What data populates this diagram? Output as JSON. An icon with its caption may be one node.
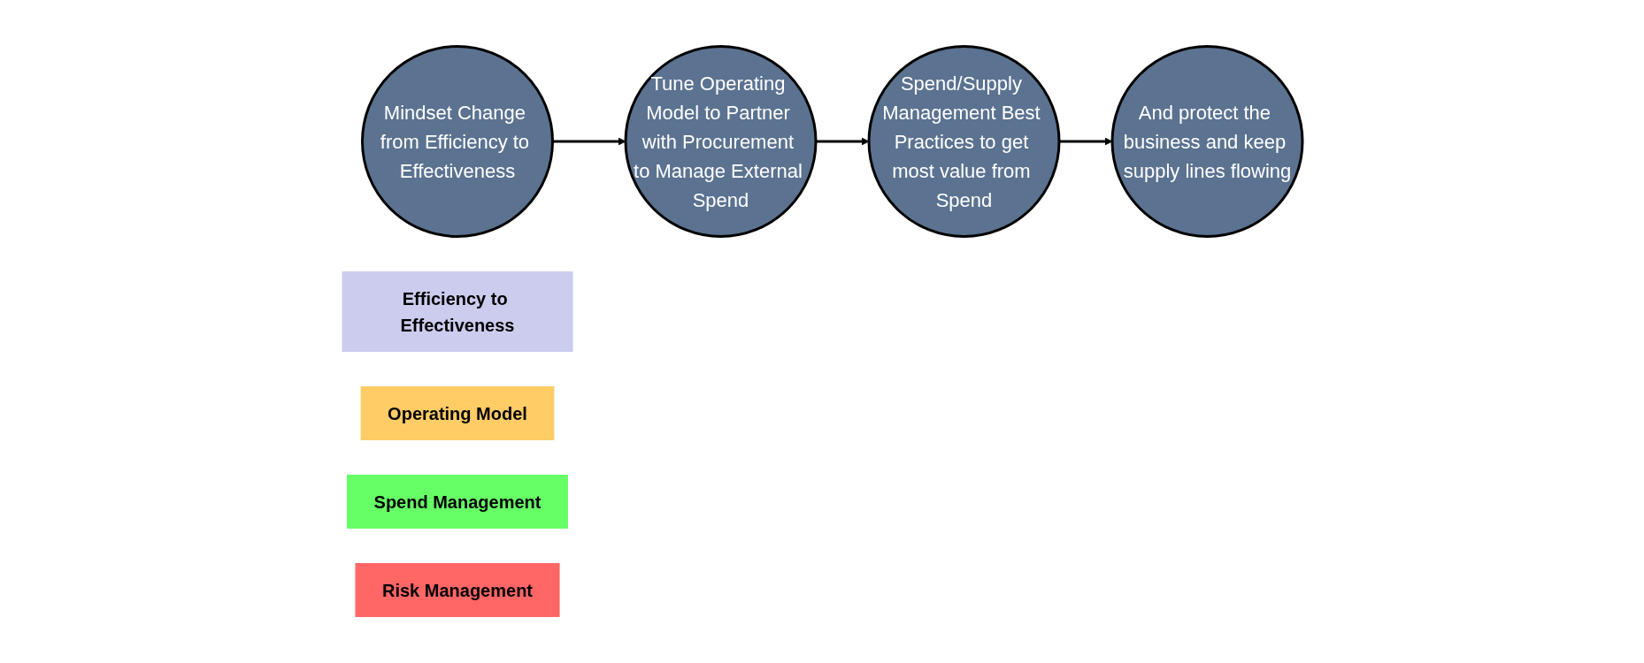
{
  "diagram": {
    "nodes": [
      {
        "text": [
          "Mindset Change from Efficiency to Effectiveness"
        ]
      },
      {
        "text": [
          "Tune Operating Model to Partner with Procurement to Manage External Spend"
        ]
      },
      {
        "text": [
          "Spend/Supply Management Best Practices to get most value from Spend"
        ]
      },
      {
        "text": [
          "And protect the business and keep supply lines flowing"
        ]
      },
      {
        "text": [
          "Efficiency to Effectiveness"
        ]
      },
      {
        "text": [
          "Operating Model"
        ]
      },
      {
        "text": [
          "Spend Management"
        ]
      },
      {
        "text": [
          "Risk Management"
        ]
      }
    ],
    "edges": [
      {
        "from": 0,
        "to": 1,
        "arrow": "to"
      },
      {
        "from": 1,
        "to": 2,
        "arrow": "to"
      },
      {
        "from": 2,
        "to": 3,
        "arrow": "to"
      }
    ]
  }
}
